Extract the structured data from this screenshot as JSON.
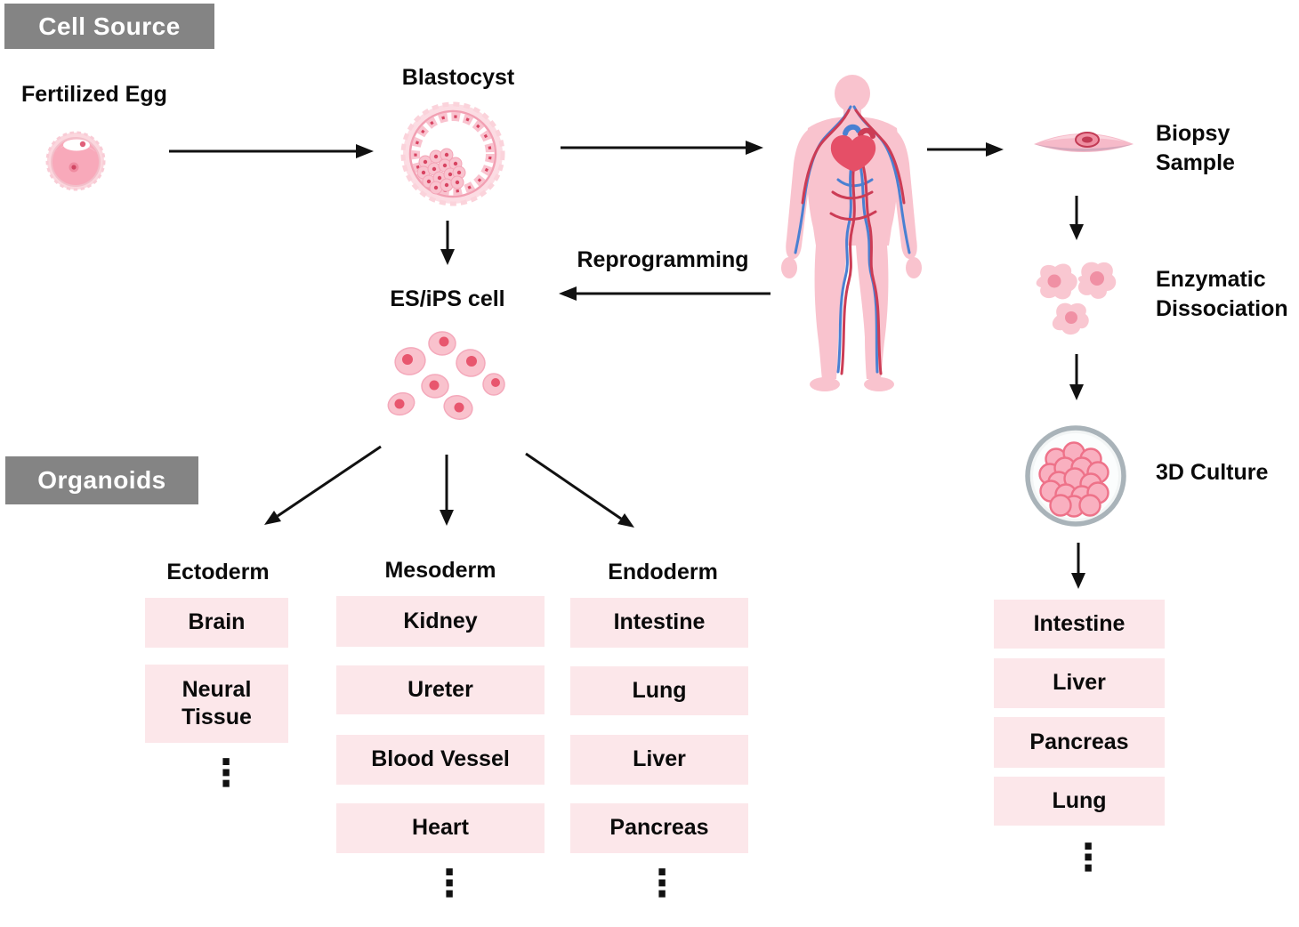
{
  "badges": {
    "cell_source": "Cell Source",
    "organoids": "Organoids"
  },
  "nodes": {
    "fertilized_egg": "Fertilized Egg",
    "blastocyst": "Blastocyst",
    "es_ips_cell": "ES/iPS cell",
    "reprogramming": "Reprogramming",
    "biopsy_sample": "Biopsy\nSample",
    "enzymatic_dissociation": "Enzymatic\nDissociation",
    "three_d_culture": "3D Culture"
  },
  "germ_layers": [
    {
      "name": "Ectoderm",
      "items": [
        "Brain",
        "Neural\nTissue"
      ],
      "ellipsis": "⋮"
    },
    {
      "name": "Mesoderm",
      "items": [
        "Kidney",
        "Ureter",
        "Blood Vessel",
        "Heart"
      ],
      "ellipsis": "⋮"
    },
    {
      "name": "Endoderm",
      "items": [
        "Intestine",
        "Lung",
        "Liver",
        "Pancreas"
      ],
      "ellipsis": "⋮"
    }
  ],
  "adult_organoids": {
    "items": [
      "Intestine",
      "Liver",
      "Pancreas",
      "Lung"
    ],
    "ellipsis": "⋮"
  },
  "icons": {
    "fertilized_egg": "fertilized-egg-cell",
    "blastocyst": "blastocyst-embryo",
    "human_body": "human-body-vasculature",
    "biopsy": "spindle-cell",
    "dissociated_cells": "dissociated-cells",
    "culture_dish": "3d-culture-dish",
    "es_ips_cluster": "stem-cell-cluster",
    "vertical_ellipsis": "⋮"
  },
  "colors": {
    "badge_gray": "#848484",
    "box_pink": "#fce7ea",
    "cell_pink": "#f8a9ba",
    "cell_light_pink": "#f9c3ce",
    "nucleus_red": "#e0506b",
    "vessel_red": "#cc3c55",
    "vessel_blue": "#4a80d2",
    "dish_gray": "#a9b3b9",
    "arrow_black": "#111111"
  }
}
